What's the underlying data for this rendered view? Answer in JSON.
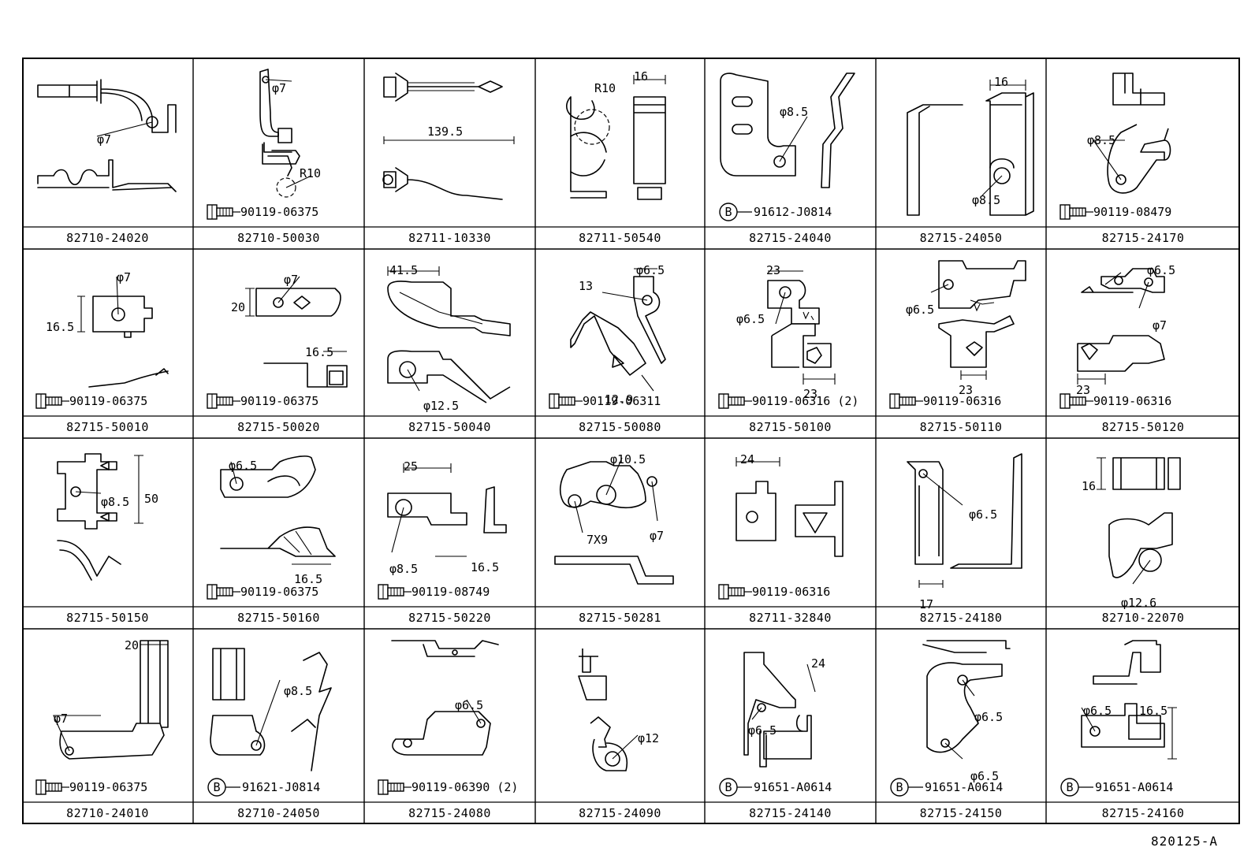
{
  "figure_ref": "820125-A",
  "cells": [
    {
      "part": "82710-24020",
      "bolt": "",
      "bolt_circle": "",
      "dims": [
        "φ7"
      ]
    },
    {
      "part": "82710-50030",
      "bolt": "90119-06375",
      "bolt_circle": "",
      "dims": [
        "φ7",
        "R10"
      ]
    },
    {
      "part": "82711-10330",
      "bolt": "",
      "bolt_circle": "",
      "dims": [
        "139.5"
      ]
    },
    {
      "part": "82711-50540",
      "bolt": "",
      "bolt_circle": "",
      "dims": [
        "R10",
        "16"
      ]
    },
    {
      "part": "82715-24040",
      "bolt": "91612-J0814",
      "bolt_circle": "B",
      "dims": [
        "φ8.5"
      ]
    },
    {
      "part": "82715-24050",
      "bolt": "",
      "bolt_circle": "",
      "dims": [
        "16",
        "φ8.5"
      ]
    },
    {
      "part": "82715-24170",
      "bolt": "90119-08479",
      "bolt_circle": "",
      "dims": [
        "φ8.5"
      ]
    },
    {
      "part": "82715-50010",
      "bolt": "90119-06375",
      "bolt_circle": "",
      "dims": [
        "φ7",
        "16.5"
      ]
    },
    {
      "part": "82715-50020",
      "bolt": "90119-06375",
      "bolt_circle": "",
      "dims": [
        "φ7",
        "20",
        "16.5"
      ]
    },
    {
      "part": "82715-50040",
      "bolt": "",
      "bolt_circle": "",
      "dims": [
        "41.5",
        "φ12.5"
      ]
    },
    {
      "part": "82715-50080",
      "bolt": "90119-06311",
      "bolt_circle": "",
      "dims": [
        "13",
        "φ6.5",
        "12.9"
      ]
    },
    {
      "part": "82715-50100",
      "bolt": "90119-06316 (2)",
      "bolt_circle": "",
      "dims": [
        "23",
        "φ6.5",
        "23"
      ]
    },
    {
      "part": "82715-50110",
      "bolt": "90119-06316",
      "bolt_circle": "",
      "dims": [
        "φ6.5",
        "23"
      ]
    },
    {
      "part": "82715-50120",
      "bolt": "90119-06316",
      "bolt_circle": "",
      "dims": [
        "φ6.5",
        "φ7",
        "23"
      ]
    },
    {
      "part": "82715-50150",
      "bolt": "",
      "bolt_circle": "",
      "dims": [
        "φ8.5",
        "50"
      ]
    },
    {
      "part": "82715-50160",
      "bolt": "90119-06375",
      "bolt_circle": "",
      "dims": [
        "φ6.5",
        "16.5"
      ]
    },
    {
      "part": "82715-50220",
      "bolt": "90119-08749",
      "bolt_circle": "",
      "dims": [
        "25",
        "φ8.5",
        "16.5"
      ]
    },
    {
      "part": "82715-50281",
      "bolt": "",
      "bolt_circle": "",
      "dims": [
        "φ10.5",
        "7X9",
        "φ7"
      ]
    },
    {
      "part": "82711-32840",
      "bolt": "90119-06316",
      "bolt_circle": "",
      "dims": [
        "24"
      ]
    },
    {
      "part": "82715-24180",
      "bolt": "",
      "bolt_circle": "",
      "dims": [
        "φ6.5",
        "17"
      ]
    },
    {
      "part": "82710-22070",
      "bolt": "",
      "bolt_circle": "",
      "dims": [
        "16",
        "φ12.6"
      ]
    },
    {
      "part": "82710-24010",
      "bolt": "90119-06375",
      "bolt_circle": "",
      "dims": [
        "20",
        "φ7"
      ]
    },
    {
      "part": "82710-24050",
      "bolt": "91621-J0814",
      "bolt_circle": "B",
      "dims": [
        "φ8.5"
      ]
    },
    {
      "part": "82715-24080",
      "bolt": "90119-06390 (2)",
      "bolt_circle": "",
      "dims": [
        "φ6.5"
      ]
    },
    {
      "part": "82715-24090",
      "bolt": "",
      "bolt_circle": "",
      "dims": [
        "φ12"
      ]
    },
    {
      "part": "82715-24140",
      "bolt": "91651-A0614",
      "bolt_circle": "B",
      "dims": [
        "24",
        "φ6.5"
      ]
    },
    {
      "part": "82715-24150",
      "bolt": "91651-A0614",
      "bolt_circle": "B",
      "dims": [
        "φ6.5",
        "φ6.5"
      ]
    },
    {
      "part": "82715-24160",
      "bolt": "91651-A0614",
      "bolt_circle": "B",
      "dims": [
        "φ6.5",
        "16.5"
      ]
    }
  ]
}
